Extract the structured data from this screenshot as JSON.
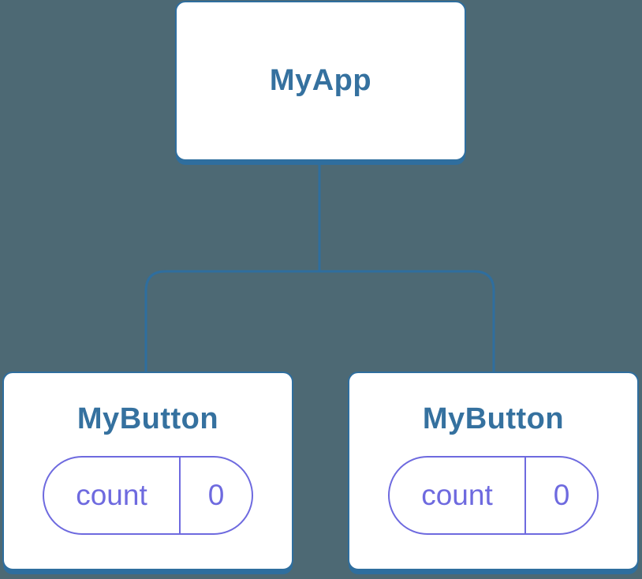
{
  "diagram": {
    "root": {
      "label": "MyApp"
    },
    "children": [
      {
        "label": "MyButton",
        "state": {
          "key": "count",
          "value": "0"
        }
      },
      {
        "label": "MyButton",
        "state": {
          "key": "count",
          "value": "0"
        }
      }
    ]
  },
  "colors": {
    "background": "#4D6974",
    "card_bg": "#FFFFFF",
    "line": "#2F6E9E",
    "title_text": "#35719F",
    "state_accent": "#6E6ADF"
  }
}
